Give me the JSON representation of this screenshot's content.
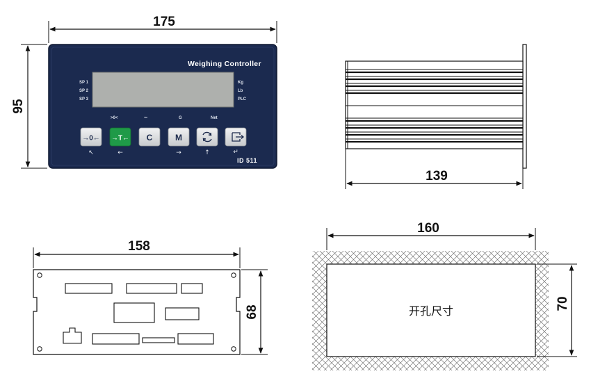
{
  "front_view": {
    "width_dim": "175",
    "height_dim": "95",
    "brand": "Weighing Controller",
    "model": "ID 511",
    "left_indicators": [
      "SP 1",
      "SP 2",
      "SP 3"
    ],
    "right_units": [
      "Kg",
      "Lb",
      "PLC"
    ],
    "status_labels": [
      ">0<",
      "~",
      "G",
      "Net"
    ],
    "keys": [
      {
        "label": "→0←",
        "arrow": "↖"
      },
      {
        "label": "→T←",
        "arrow": "←"
      },
      {
        "label": "C",
        "arrow": ""
      },
      {
        "label": "M",
        "arrow": "→"
      },
      {
        "label": "",
        "arrow": "↑"
      },
      {
        "label": "",
        "arrow": "↵"
      }
    ],
    "colors": {
      "panel": "#1b2a4f",
      "display": "#aeb0ad",
      "tare_key": "#1f9a48",
      "key": "#d9dbdd"
    }
  },
  "side_view": {
    "depth_dim": "139"
  },
  "rear_view": {
    "width_dim": "158",
    "height_dim": "68"
  },
  "cutout": {
    "width_dim": "160",
    "height_dim": "70",
    "label": "开孔尺寸"
  }
}
